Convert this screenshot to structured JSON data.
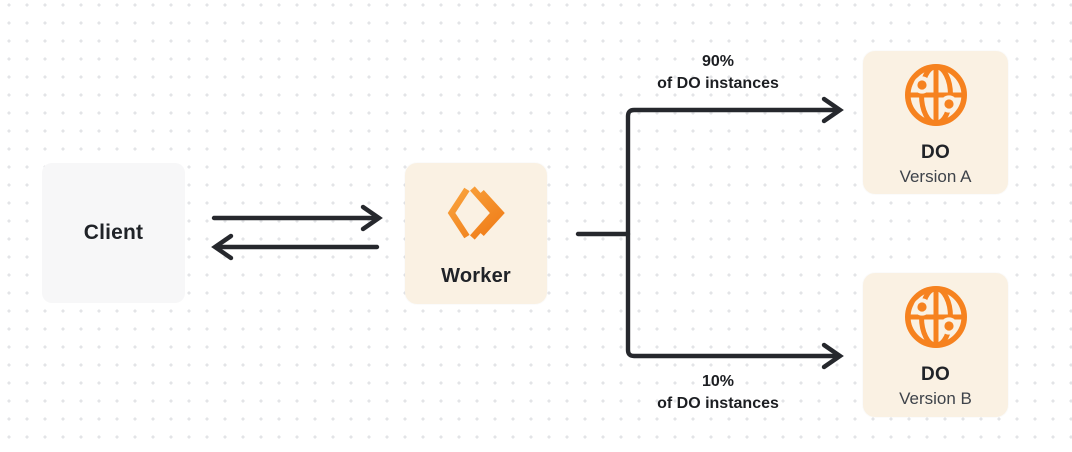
{
  "colors": {
    "ink": "#26282d",
    "orange": "#f6821f",
    "orange_light": "#f9a23c",
    "card_cream": "#faf1e3",
    "card_gray": "#f7f7f8"
  },
  "nodes": {
    "client": {
      "label": "Client"
    },
    "worker": {
      "label": "Worker",
      "icon": "workers-icon"
    },
    "do_a": {
      "title": "DO",
      "subtitle": "Version A",
      "icon": "globe-icon"
    },
    "do_b": {
      "title": "DO",
      "subtitle": "Version B",
      "icon": "globe-icon"
    }
  },
  "edges": {
    "top_split": {
      "line1": "90%",
      "line2": "of DO instances"
    },
    "bottom_split": {
      "line1": "10%",
      "line2": "of DO instances"
    }
  }
}
